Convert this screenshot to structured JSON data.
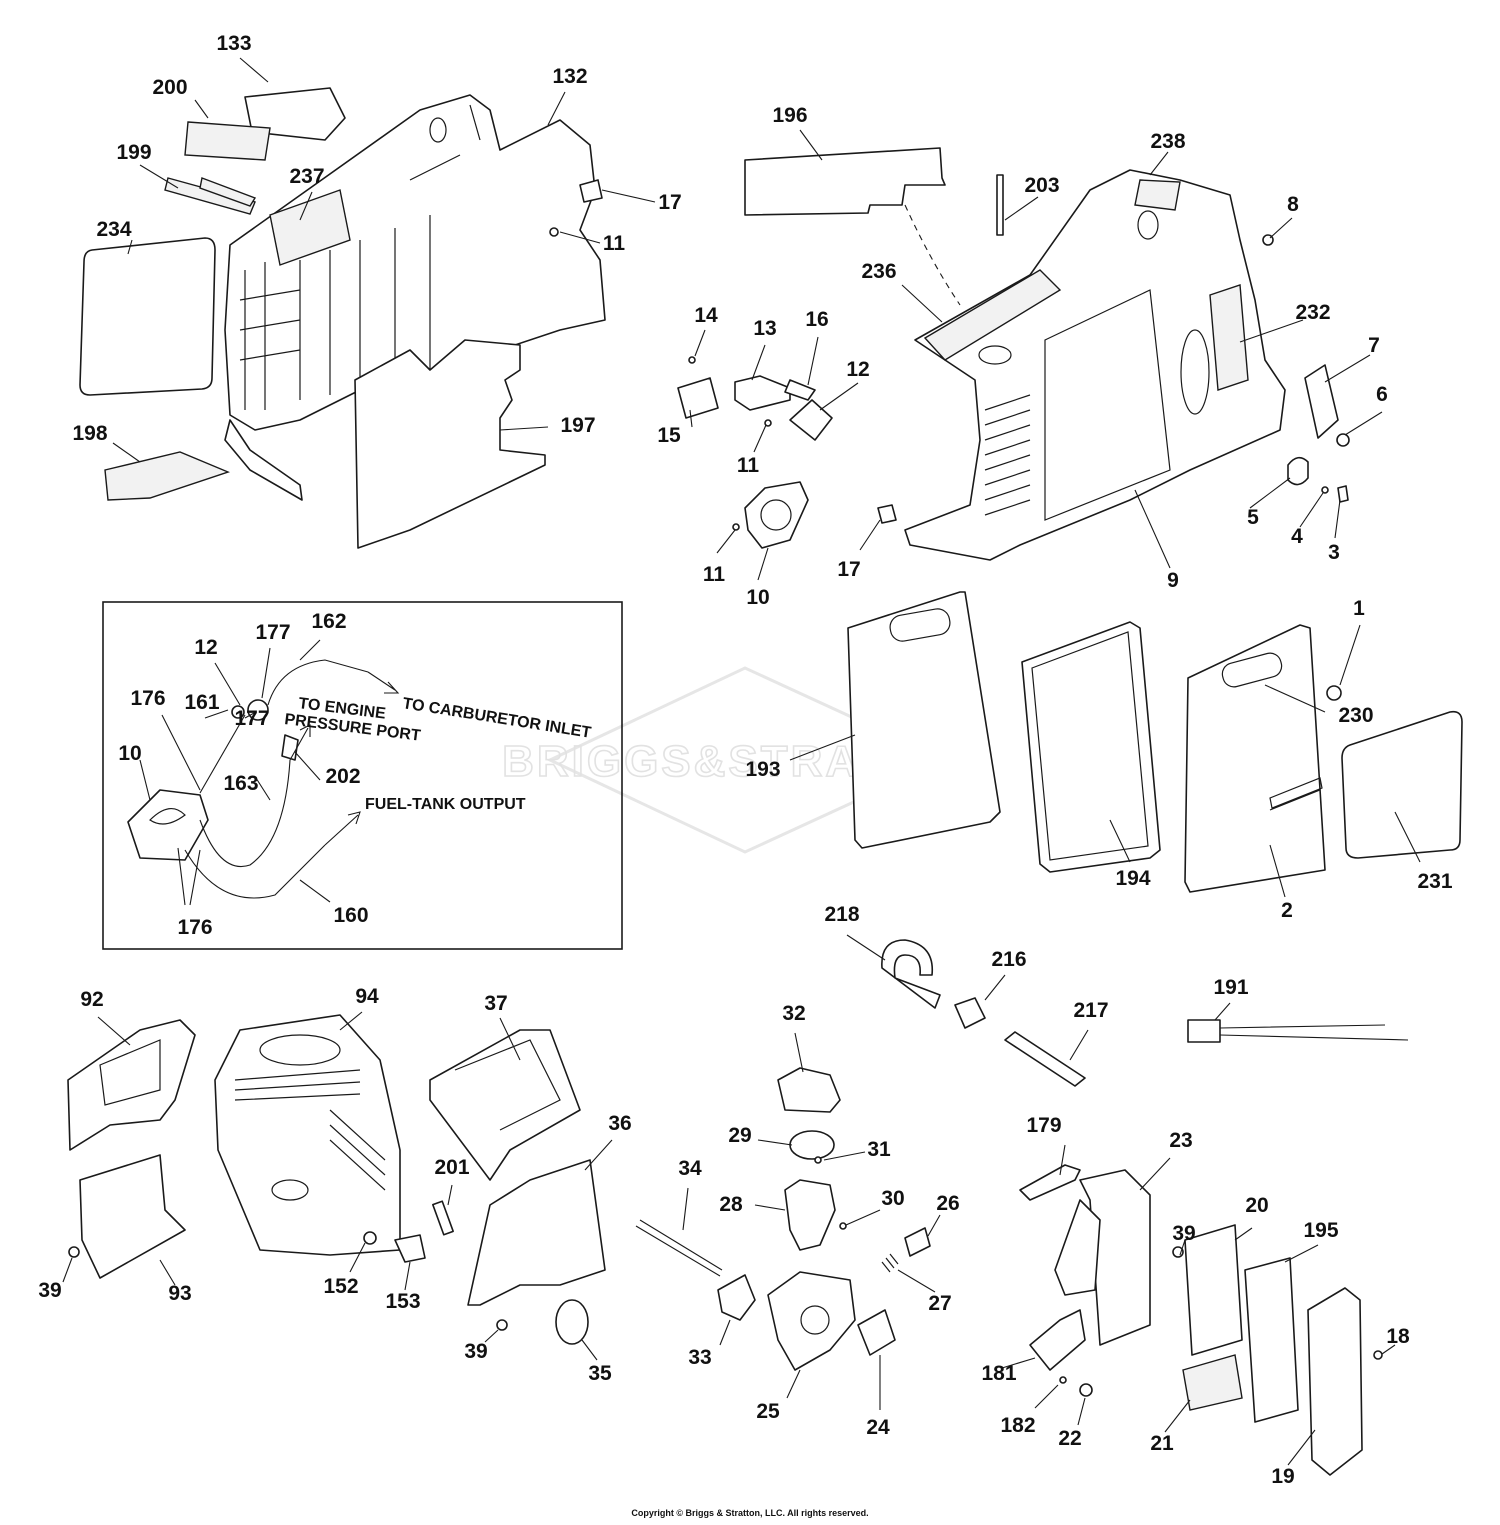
{
  "watermark": {
    "text": "BRIGGS&STRATTON"
  },
  "copyright": "Copyright © Briggs & Stratton, LLC. All rights reserved.",
  "inset_notes": {
    "carburetor_inlet": "TO CARBURETOR INLET",
    "engine_line1": "TO ENGINE",
    "engine_line2": "PRESSURE PORT",
    "fuel_tank": "FUEL-TANK OUTPUT"
  },
  "callouts": {
    "c133": "133",
    "c200": "200",
    "c132": "132",
    "c199": "199",
    "c237": "237",
    "c17a": "17",
    "c234": "234",
    "c11a": "11",
    "c197": "197",
    "c198": "198",
    "c196": "196",
    "c238": "238",
    "c203": "203",
    "c8": "8",
    "c236": "236",
    "c232": "232",
    "c14": "14",
    "c13": "13",
    "c16": "16",
    "c12a": "12",
    "c7": "7",
    "c6": "6",
    "c15": "15",
    "c11b": "11",
    "c5": "5",
    "c4": "4",
    "c3": "3",
    "c11c": "11",
    "c10a": "10",
    "c17b": "17",
    "c9": "9",
    "c177a": "177",
    "c162": "162",
    "c12b": "12",
    "c176a": "176",
    "c161": "161",
    "c177b": "177",
    "c10b": "10",
    "c163": "163",
    "c202": "202",
    "c176b": "176",
    "c160": "160",
    "c1": "1",
    "c230": "230",
    "c193": "193",
    "c194": "194",
    "c2": "2",
    "c231": "231",
    "c218": "218",
    "c216": "216",
    "c217": "217",
    "c191": "191",
    "c92": "92",
    "c94": "94",
    "c37": "37",
    "c32": "32",
    "c36": "36",
    "c29": "29",
    "c31": "31",
    "c34": "34",
    "c179": "179",
    "c23": "23",
    "c201": "201",
    "c28": "28",
    "c30": "30",
    "c26": "26",
    "c39a": "39",
    "c93": "93",
    "c152": "152",
    "c153": "153",
    "c39b": "39",
    "c33": "33",
    "c35": "35",
    "c27": "27",
    "c39c": "39",
    "c20": "20",
    "c195": "195",
    "c25": "25",
    "c24": "24",
    "c181": "181",
    "c182": "182",
    "c22": "22",
    "c21": "21",
    "c18": "18",
    "c19": "19"
  }
}
